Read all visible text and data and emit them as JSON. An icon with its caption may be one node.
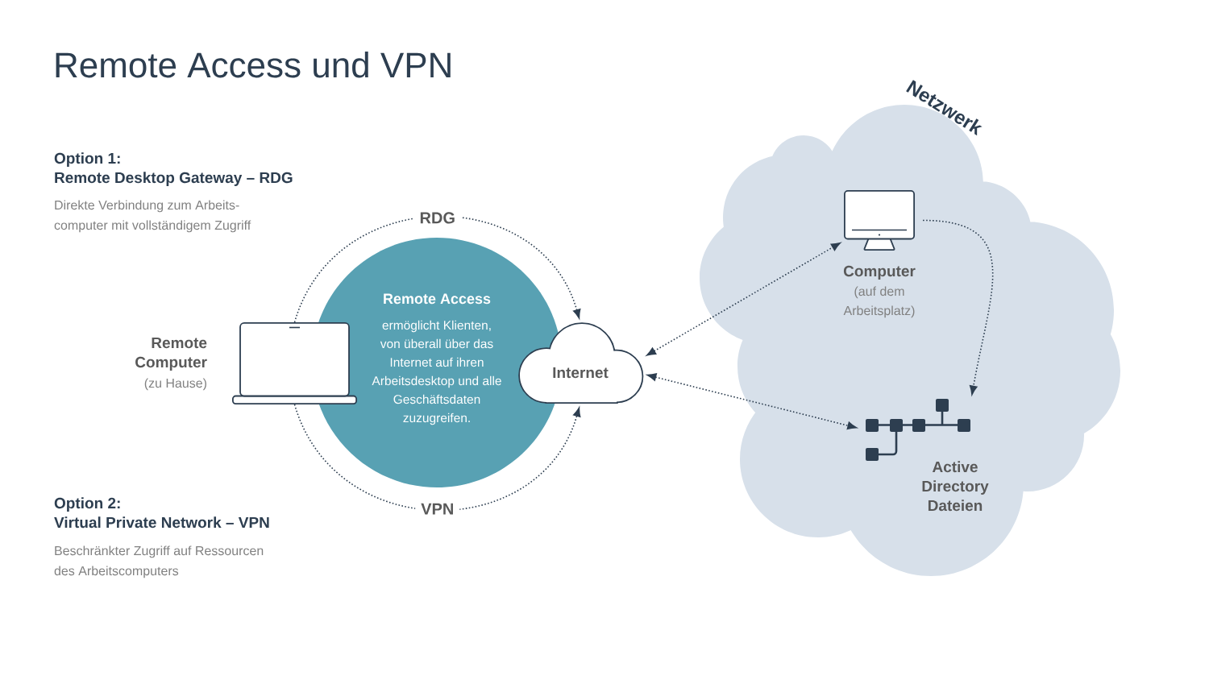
{
  "diagram": {
    "title": "Remote Access und VPN",
    "nodes": [
      {
        "text": [
          "Remote Computer",
          "(zu Hause)"
        ]
      },
      {
        "text": [
          "Remote Access",
          "ermöglicht Klienten, von überall über das Internet auf ihren Arbeitsdesktop und alle Geschäftsdaten zuzugreifen."
        ]
      },
      {
        "text": [
          "Internet"
        ]
      },
      {
        "text": [
          "Netzwerk"
        ]
      },
      {
        "text": [
          "Computer",
          "(auf dem Arbeitsplatz)"
        ],
        "in": 3
      },
      {
        "text": [
          "Active Directory Dateien"
        ],
        "in": 3
      }
    ],
    "edges": [
      {
        "from": 0,
        "to": 2,
        "arrow": "to",
        "label": "RDG"
      },
      {
        "from": 0,
        "to": 2,
        "arrow": "to",
        "label": "VPN"
      },
      {
        "from": 2,
        "to": 4,
        "arrow": "both"
      },
      {
        "from": 4,
        "to": 5,
        "arrow": "to"
      },
      {
        "from": 2,
        "to": 5,
        "arrow": "both"
      }
    ],
    "labels": [
      "Option 1: Remote Desktop Gateway – RDG",
      "Direkte Verbindung zum Arbeits- computer mit vollständigem Zugriff",
      "Option 2: Virtual Private Network – VPN",
      "Beschränkter Zugriff auf Ressourcen des Arbeitscomputers"
    ]
  }
}
